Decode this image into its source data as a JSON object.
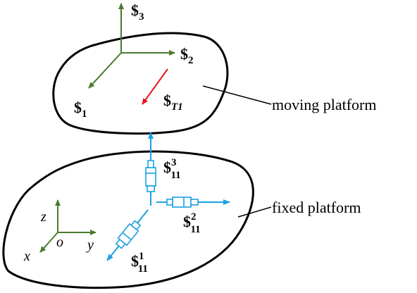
{
  "labels": {
    "moving_platform": "moving platform",
    "fixed_platform": "fixed platform"
  },
  "moving_screws": {
    "s1": {
      "sym": "$",
      "sub": "1"
    },
    "s2": {
      "sym": "$",
      "sub": "2"
    },
    "s3": {
      "sym": "$",
      "sub": "3"
    },
    "sT1": {
      "sym": "$",
      "sub": "T1"
    }
  },
  "limb_screws": {
    "s11_1": {
      "sym": "$",
      "sup": "1",
      "sub": "11"
    },
    "s11_2": {
      "sym": "$",
      "sup": "2",
      "sub": "11"
    },
    "s11_3": {
      "sym": "$",
      "sup": "3",
      "sub": "11"
    }
  },
  "axes": {
    "x": "x",
    "y": "y",
    "z": "z",
    "origin": "o"
  },
  "colors": {
    "outline": "#000000",
    "frame_green": "#4a7a2c",
    "twist_red": "#e8141e",
    "joint_blue": "#1ba1e2"
  }
}
